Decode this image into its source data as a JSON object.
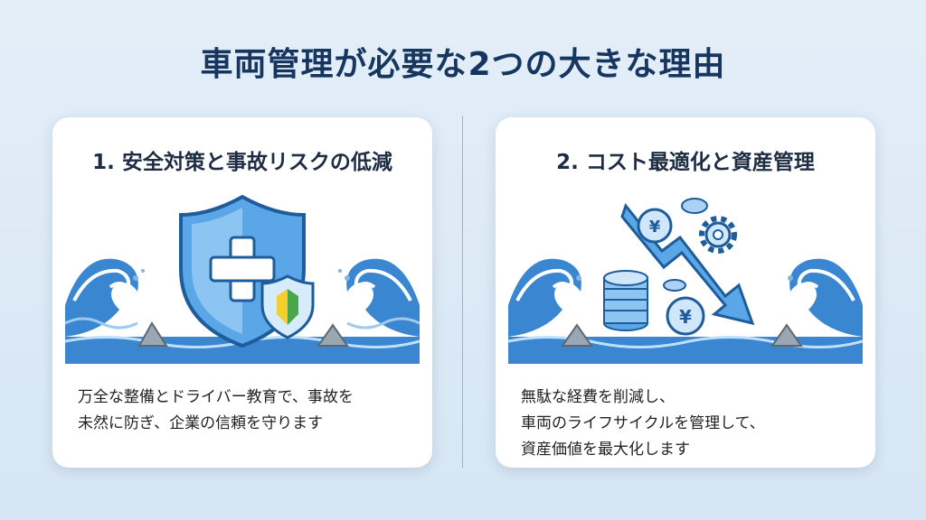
{
  "title": "車両管理が必要な2つの大きな理由",
  "cards": [
    {
      "title": "1. 安全対策と事故リスクの低減",
      "lines": [
        "万全な整備とドライバー教育で、事故を",
        "未然に防ぎ、企業の信頼を守ります"
      ],
      "icon": "shield-cross-icon"
    },
    {
      "title": "2. コスト最適化と資産管理",
      "lines": [
        "無駄な経費を削減し、",
        "車両のライフサイクルを管理して、",
        "資産価値を最大化します"
      ],
      "icon": "yen-coins-down-arrow-icon",
      "coin_symbol": "¥"
    }
  ],
  "colors": {
    "title": "#17365f",
    "wave": "#3a86d0",
    "shield": "#5aa6e6",
    "background": "#dce9f5"
  }
}
